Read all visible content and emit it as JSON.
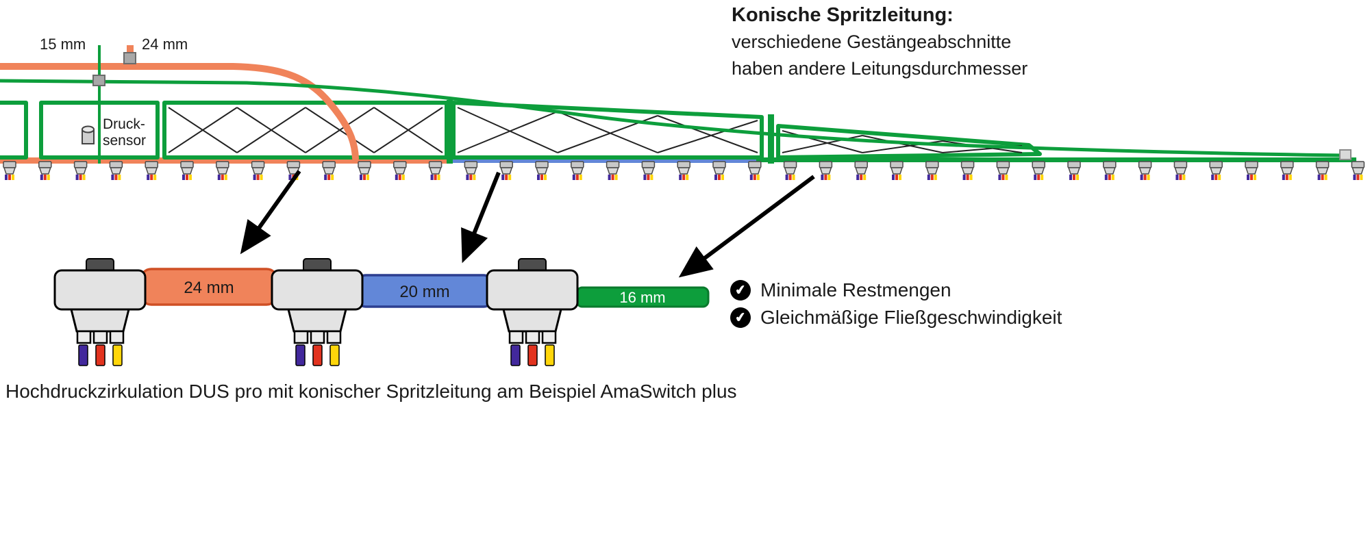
{
  "heading": {
    "title": "Konische Spritzleitung:",
    "line1": "verschiedene Gestängeabschnitte",
    "line2": "haben andere Leitungsdurchmesser"
  },
  "boom_labels": {
    "line_15mm": "15 mm",
    "line_24mm": "24 mm",
    "pressure_sensor_line1": "Druck-",
    "pressure_sensor_line2": "sensor"
  },
  "detail": {
    "segment_24mm": "24 mm",
    "segment_20mm": "20 mm",
    "segment_16mm": "16 mm"
  },
  "benefits": {
    "check_glyph": "✔",
    "items": [
      "Minimale Restmengen",
      "Gleichmäßige Fließgeschwindigkeit"
    ]
  },
  "caption": "Hochdruckzirkulation DUS pro mit konischer Spritzleitung am Beispiel AmaSwitch plus",
  "colors": {
    "green": "#0d9e3c",
    "green_border": "#0a7a2d",
    "orange": "#f0835a",
    "orange_border": "#cf4f24",
    "blue": "#6287d8",
    "blue_border": "#2c3e90",
    "nozzle_purple": "#42289c",
    "nozzle_red": "#e2331f",
    "nozzle_yellow": "#ffd60a",
    "connector_gray": "#a8a8a8"
  }
}
